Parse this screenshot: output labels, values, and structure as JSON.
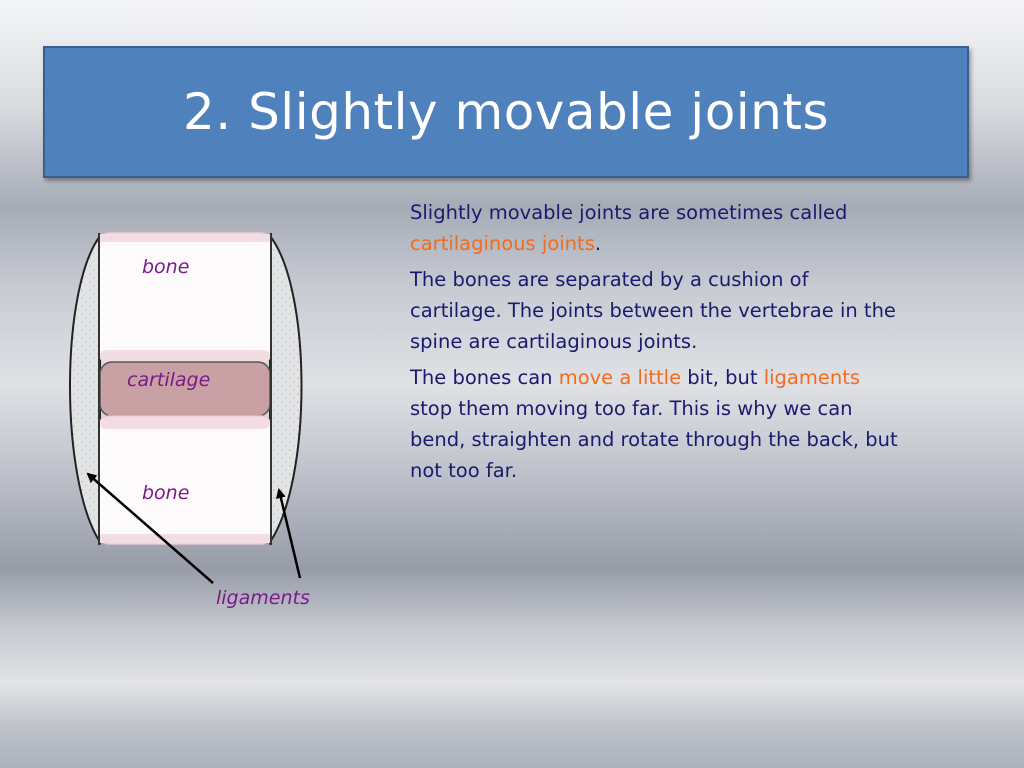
{
  "slide": {
    "title": "2. Slightly movable joints"
  },
  "body": {
    "p1_text": "Slightly movable joints are sometimes called ",
    "p1_highlight": "cartilaginous joints",
    "p1_end": ".",
    "p2_text": "The bones are separated by a cushion of cartilage. The joints between the vertebrae in the spine are cartilaginous joints.",
    "p3_a": "The bones can ",
    "p3_hl1": "move a little",
    "p3_b": " bit, but ",
    "p3_hl2": "ligaments",
    "p3_c": " stop them moving too far. This is why we can bend, straighten and rotate through the back, but not too far."
  },
  "diagram": {
    "label_bone_top": "bone",
    "label_cartilage": "cartilage",
    "label_bone_bottom": "bone",
    "label_ligaments": "ligaments"
  },
  "colors": {
    "title_bg": "#4f81bd",
    "body_text": "#1a1a6e",
    "highlight": "#f26c1d",
    "label_purple": "#7a1a8a",
    "cartilage_fill": "#c9a0a3"
  }
}
